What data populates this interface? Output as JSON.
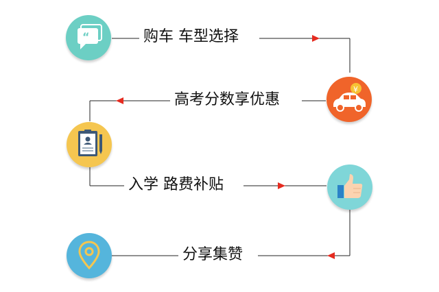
{
  "steps": [
    {
      "label": "购车 车型选择",
      "icon": "speech-bubble-icon",
      "color": "#6ccfc4"
    },
    {
      "label": "高考分数享优惠",
      "icon": "car-coin-icon",
      "color": "#f0642a"
    },
    {
      "label": "入学 路费补贴",
      "icon": "clipboard-profile-icon",
      "color": "#f5c650"
    },
    {
      "label": "分享集赞",
      "icon": "location-pin-icon",
      "color": "#55b5dc"
    }
  ],
  "final_icon": {
    "icon": "thumbs-up-icon",
    "color": "#7fd6d8"
  },
  "colors": {
    "line": "#222222",
    "arrow": "#e52b20"
  }
}
